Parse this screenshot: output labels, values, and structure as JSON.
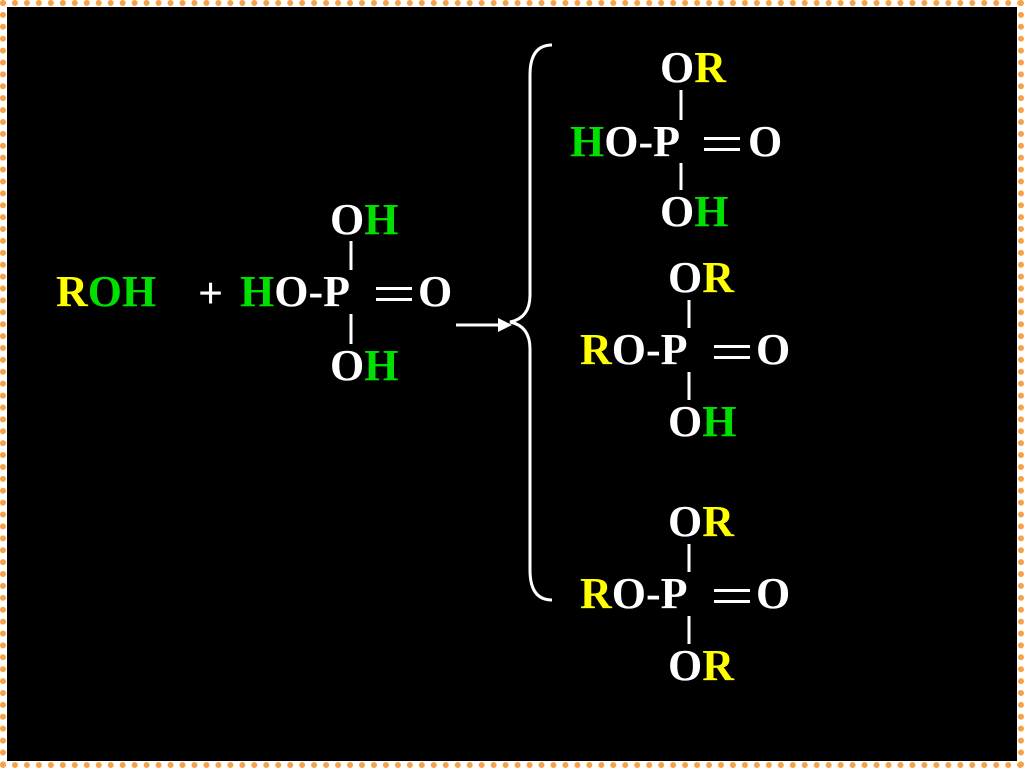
{
  "colors": {
    "background": "#000000",
    "frame": "#f5a24a",
    "text": "#ffffff",
    "yellow": "#ffff00",
    "green": "#00e000"
  },
  "reactant_alcohol": {
    "r": "R",
    "oh": "OH"
  },
  "plus": "+",
  "reactant_acid": {
    "top": {
      "o": "O",
      "h": "H"
    },
    "main": {
      "h": "H",
      "rest": "O-P",
      "o": "O"
    },
    "bottom": {
      "o": "O",
      "h": "H"
    }
  },
  "product1": {
    "top": {
      "o": "O",
      "r": "R"
    },
    "main": {
      "h": "H",
      "rest": "O-P",
      "o": "O"
    },
    "bottom": {
      "o": "O",
      "h": "H"
    }
  },
  "product2": {
    "top": {
      "o": "O",
      "r": "R"
    },
    "main": {
      "r": "R",
      "rest": "O-P",
      "o": "O"
    },
    "bottom": {
      "o": "O",
      "h": "H"
    }
  },
  "product3": {
    "top": {
      "o": "O",
      "r": "R"
    },
    "main": {
      "r": "R",
      "rest": "O-P",
      "o": "O"
    },
    "bottom": {
      "o": "O",
      "r": "R"
    }
  }
}
